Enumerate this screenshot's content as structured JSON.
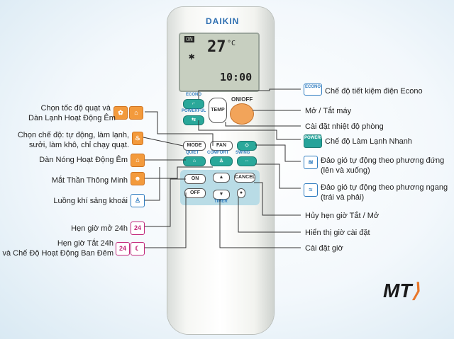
{
  "remote": {
    "brand": "DAIKIN",
    "lcd": {
      "on": "ON",
      "temp": "27",
      "unit": "°C",
      "clock": "10:00"
    },
    "buttons": {
      "econo": "ECONO",
      "powerful": "POWERFUL",
      "temp": "TEMP",
      "onoff": "ON/OFF",
      "mode": "MODE",
      "fan": "FAN",
      "quiet": "QUIET",
      "comfort": "COMFORT",
      "swing": "SWING",
      "on_timer": "ON",
      "off_timer": "OFF",
      "cancel": "CANCEL",
      "timer": "TIMER"
    }
  },
  "left_labels": {
    "fan_speed": [
      "Chọn tốc độ quạt và",
      "Dàn Lạnh Hoạt Động Êm"
    ],
    "mode": [
      "Chọn chế độ: tự động, làm lạnh,",
      "sưởi, làm khô, chỉ chạy quạt."
    ],
    "outdoor_quiet": "Dàn Nóng Hoạt Động Êm",
    "intelligent_eye": "Mắt Thần Thông Minh",
    "comfort_airflow": "Luồng khí sảng khoái",
    "on_timer": "Hẹn giờ mở 24h",
    "off_timer": [
      "Hẹn giờ Tắt 24h",
      "và Chế Độ Hoạt Động Ban Đêm"
    ]
  },
  "right_labels": {
    "econo": "Chế độ tiết kiệm điện Econo",
    "onoff": "Mở / Tắt máy",
    "temp": "Cài đặt nhiệt độ phòng",
    "powerful": "Chế độ Làm Lạnh Nhanh",
    "vertical_swing": [
      "Đảo gió tự động theo phương đứng",
      "(lên và xuống)"
    ],
    "horizontal_swing": [
      "Đảo gió tự động theo phương ngang",
      "(trái và phải)"
    ],
    "cancel": "Hủy hẹn giờ Tắt / Mở",
    "show_time": "Hiển thị giờ cài đặt",
    "set_time": "Cài đặt giờ"
  },
  "icons": {
    "econo": "ECONO",
    "powerful": "POWERFUL",
    "on24": "24",
    "off24": "24"
  },
  "logo": "MT"
}
